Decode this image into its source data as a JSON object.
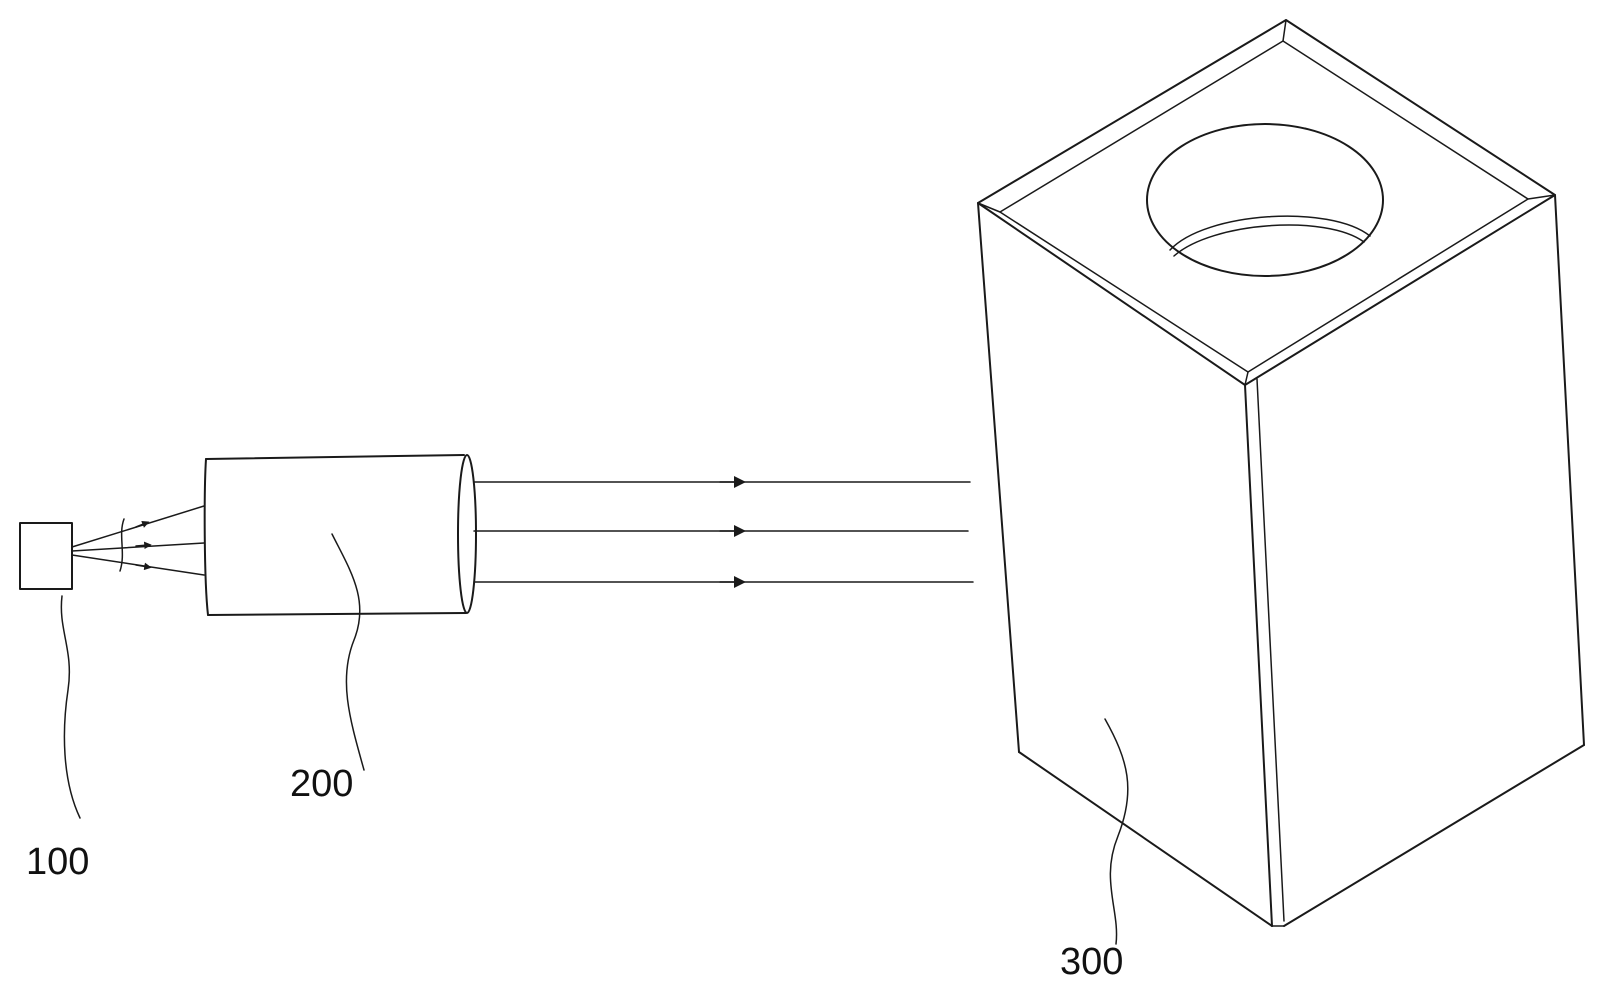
{
  "figure": {
    "labels": {
      "light_source": "100",
      "collimator": "200",
      "target": "300"
    }
  },
  "colors": {
    "line": "#1a1a1a",
    "background": "#ffffff"
  }
}
